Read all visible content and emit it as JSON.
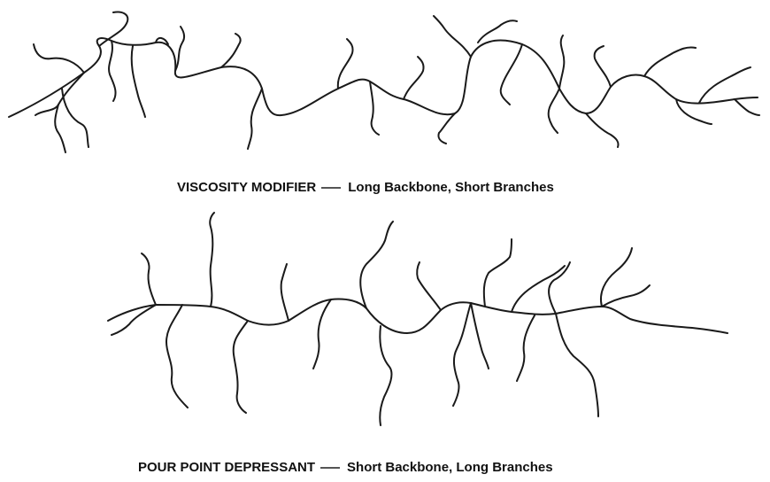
{
  "viscosity_modifier": {
    "name": "VISCOSITY MODIFIER",
    "description": "Long Backbone, Short Branches"
  },
  "pour_point_depressant": {
    "name": "POUR POINT DEPRESSANT",
    "description": "Short Backbone, Long Branches"
  }
}
